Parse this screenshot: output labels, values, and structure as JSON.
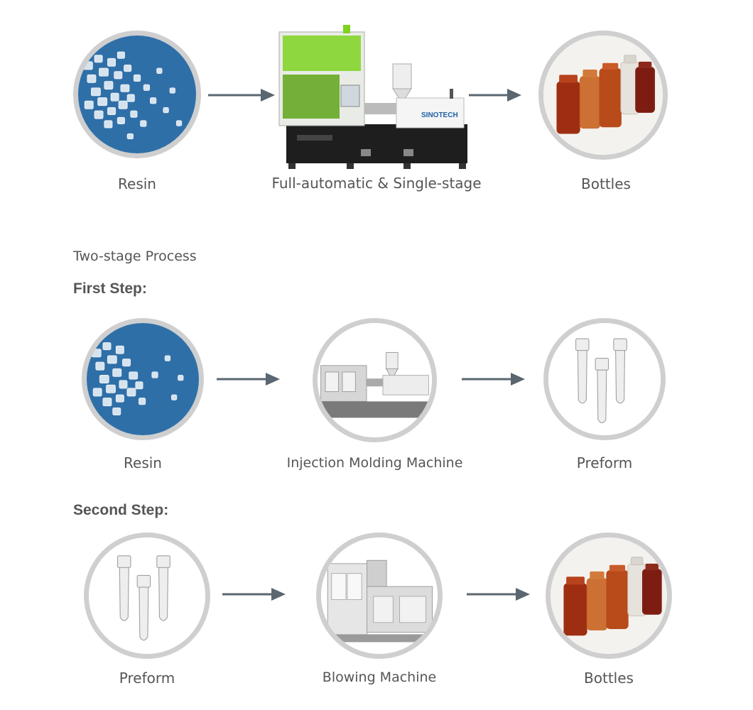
{
  "single_stage": {
    "resin_label": "Resin",
    "machine_label": "Full-automatic & Single-stage",
    "machine_brand": "SINOTECH",
    "bottles_label": "Bottles"
  },
  "two_stage": {
    "heading": "Two-stage Process",
    "first_step": {
      "title": "First Step:",
      "resin_label": "Resin",
      "machine_label": "Injection Molding Machine",
      "preform_label": "Preform"
    },
    "second_step": {
      "title": "Second Step:",
      "preform_label": "Preform",
      "machine_label": "Blowing Machine",
      "bottles_label": "Bottles"
    }
  },
  "icons": {
    "arrow": "right-arrow-icon",
    "resin": "resin-pellets-icon",
    "bottles": "amber-bottles-icon",
    "preform": "preform-tubes-icon",
    "injection": "injection-molding-machine-icon",
    "blowing": "blowing-machine-icon",
    "single_stage_machine": "single-stage-machine-icon"
  },
  "colors": {
    "ring": "#cfcfcf",
    "arrow": "#5a6670",
    "resin_bg": "#2f6fa8",
    "amber": "#c8621e",
    "machine_green": "#7ed321",
    "text": "#555555"
  }
}
